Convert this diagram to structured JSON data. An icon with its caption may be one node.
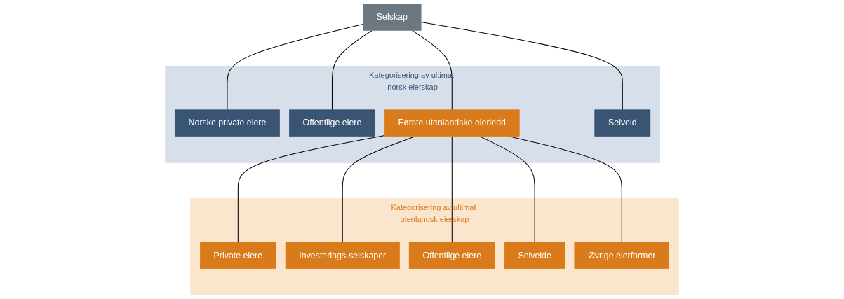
{
  "diagram": {
    "nodes": [
      {
        "text": [
          "Selskap"
        ]
      },
      {
        "text": [
          "Kategorisering av ultimat norsk eierskap"
        ]
      },
      {
        "text": [
          "Norske private eiere"
        ],
        "in": 1
      },
      {
        "text": [
          "Offentlige eiere"
        ],
        "in": 1
      },
      {
        "text": [
          "Første utenlandske eierledd"
        ],
        "in": 1
      },
      {
        "text": [
          "Selveid"
        ],
        "in": 1
      },
      {
        "text": [
          "Kategorisering av ultimat utenlandsk eierskap"
        ]
      },
      {
        "text": [
          "Private eiere"
        ],
        "in": 6
      },
      {
        "text": [
          "Investerings-selskaper"
        ],
        "in": 6
      },
      {
        "text": [
          "Offentlige eiere"
        ],
        "in": 6
      },
      {
        "text": [
          "Selveide"
        ],
        "in": 6
      },
      {
        "text": [
          "Øvrige eierformer"
        ],
        "in": 6
      }
    ],
    "edges": [
      {
        "from": 0,
        "to": 2,
        "arrow": "none"
      },
      {
        "from": 0,
        "to": 3,
        "arrow": "none"
      },
      {
        "from": 0,
        "to": 4,
        "arrow": "none"
      },
      {
        "from": 0,
        "to": 5,
        "arrow": "none"
      },
      {
        "from": 4,
        "to": 7,
        "arrow": "none"
      },
      {
        "from": 4,
        "to": 8,
        "arrow": "none"
      },
      {
        "from": 4,
        "to": 9,
        "arrow": "none"
      },
      {
        "from": 4,
        "to": 10,
        "arrow": "none"
      },
      {
        "from": 4,
        "to": 11,
        "arrow": "none"
      }
    ]
  }
}
